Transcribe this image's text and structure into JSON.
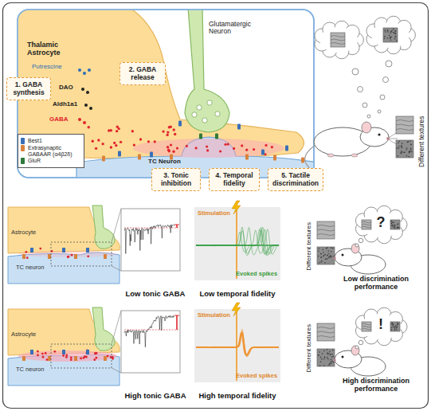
{
  "diagram": {
    "nodes": [
      {
        "text": [
          "1. GABA synthesis"
        ]
      },
      {
        "text": [
          "2. GABA release"
        ]
      },
      {
        "text": [
          "3. Tonic inhibition"
        ]
      },
      {
        "text": [
          "4. Temporal fidelity"
        ]
      },
      {
        "text": [
          "5. Tactile discrimination"
        ]
      }
    ],
    "labels": [
      "Thalamic Astrocyte",
      "Putrescine",
      "DAO",
      "Aldh1a1",
      "GABA",
      "Glutamatergic Neuron",
      "TC Neuron",
      "Different textures",
      "Astrocyte",
      "TC neuron",
      "Stimulation",
      "Evoked spikes",
      "?",
      "Different textures",
      "Low tonic GABA",
      "Low temporal fidelity",
      "Low discrimination performance",
      "Astrocyte",
      "TC neuron",
      "Stimulation",
      "Evoked spikes",
      "!",
      "Different textures",
      "High tonic GABA",
      "High temporal fidelity",
      "High discrimination performance"
    ],
    "legend": [
      {
        "text": "Best1",
        "color": "#3b6fb6"
      },
      {
        "text": "Extrasynaptic GABAAR (α4β2δ)",
        "color": "#d9823b"
      },
      {
        "text": "GluR",
        "color": "#2f7a3a"
      }
    ]
  }
}
